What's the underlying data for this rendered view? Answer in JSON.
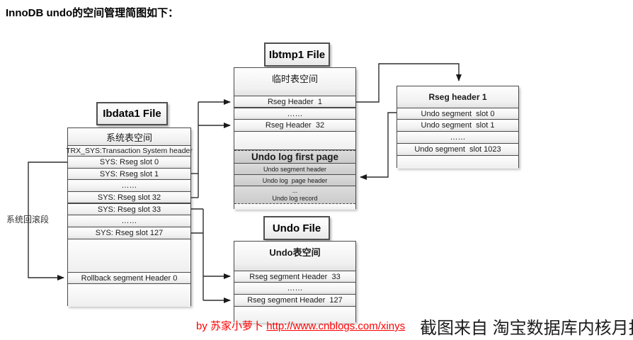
{
  "title": "InnoDB undo的空间管理简图如下：",
  "labels": {
    "ibdata": "Ibdata1 File",
    "ibtmp": "Ibtmp1 File",
    "undo_file": "Undo File",
    "system_rollback": "系统回滚段"
  },
  "tables": {
    "ibdata": {
      "rows": [
        "系统表空间",
        "TRX_SYS:Transaction System header",
        "SYS: Rseg slot 0",
        "SYS: Rseg slot 1",
        "……",
        "SYS: Rseg slot 32",
        "SYS: Rseg slot 33",
        "……",
        "SYS: Rseg slot 127",
        "",
        "Rollback segment Header 0",
        ""
      ]
    },
    "ibtmp": {
      "rows": [
        "临时表空间",
        "Rseg Header  1",
        "……",
        "Rseg Header  32",
        "",
        "Undo log first page",
        "Undo segment header",
        "Undo log  page header",
        "...",
        "Undo log record",
        ""
      ]
    },
    "rseg": {
      "rows": [
        "Rseg header 1",
        "Undo segment  slot 0",
        "Undo segment  slot 1",
        "……",
        "Undo segment  slot 1023",
        ""
      ]
    },
    "undo": {
      "rows": [
        "Undo表空间",
        "Rseg segment Header  33",
        "……",
        "Rseg segment Header  127",
        ""
      ]
    }
  },
  "footer": {
    "credit_prefix": "by 苏家小萝卜 ",
    "credit_url": "http://www.cnblogs.com/xinys",
    "credit_source": "截图来自 淘宝数据库内核月报"
  }
}
